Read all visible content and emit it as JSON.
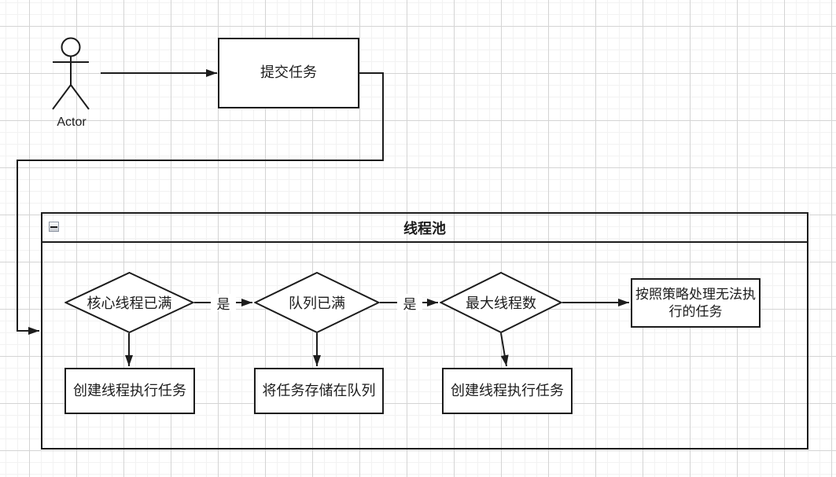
{
  "diagram": {
    "actor": {
      "label": "Actor"
    },
    "submit_task": {
      "label": "提交任务"
    },
    "pool": {
      "title": "线程池",
      "collapse_icon": "minus-icon",
      "decisions": [
        {
          "label": "核心线程已满"
        },
        {
          "label": "队列已满"
        },
        {
          "label": "最大线程数"
        }
      ],
      "yes_labels": [
        "是",
        "是"
      ],
      "actions": [
        {
          "label": "创建线程执行任务"
        },
        {
          "label": "将任务存储在队列"
        },
        {
          "label": "创建线程执行任务"
        }
      ],
      "policy": {
        "label": "按照策略处理无法执行的任务",
        "lines": [
          "按照策略处理无法执",
          "行的任务"
        ]
      }
    },
    "colors": {
      "stroke": "#1c1c1c",
      "shape_fill": "#ffffff",
      "grid_minor": "#f2f2f2",
      "grid_major": "#d4d4d4"
    }
  }
}
